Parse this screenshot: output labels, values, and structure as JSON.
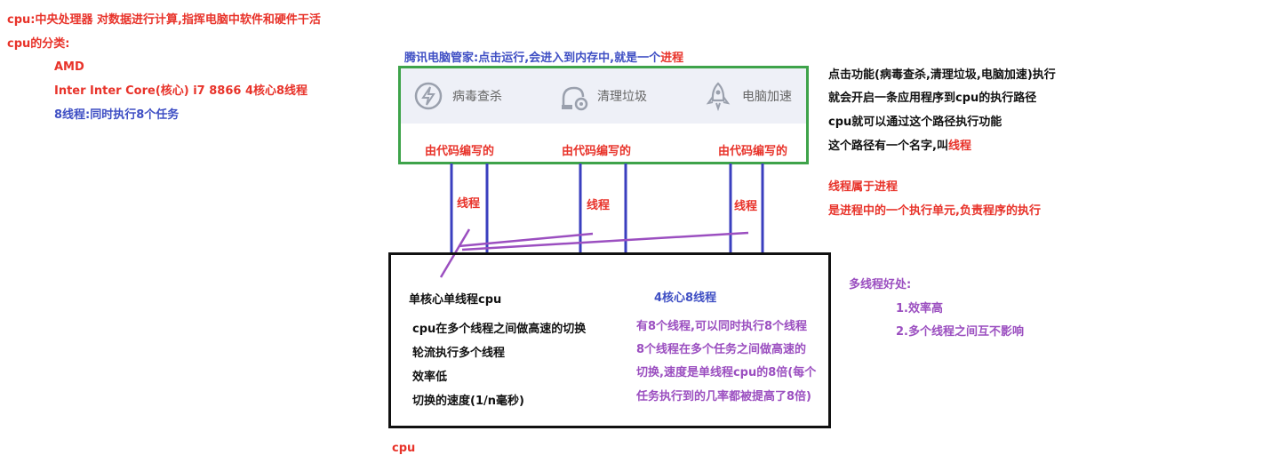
{
  "left_notes": {
    "cpu_def": "cpu:中央处理器 对数据进行计算,指挥电脑中软件和硬件干活",
    "cpu_types": "cpu的分类:",
    "amd": "AMD",
    "intel": "Inter Inter Core(核心) i7 8866 4核心8线程",
    "eight_threads": "8线程:同时执行8个任务"
  },
  "process_title": {
    "prefix": "腾讯电脑管家:点击运行,会进入到内存中,就是一个",
    "highlight": "进程"
  },
  "app": {
    "tools": [
      {
        "label": "病毒查杀",
        "icon": "lightning-shield-icon"
      },
      {
        "label": "清理垃圾",
        "icon": "vacuum-cleaner-icon"
      },
      {
        "label": "电脑加速",
        "icon": "rocket-icon"
      }
    ],
    "code_label": "由代码编写的"
  },
  "thread_label": "线程",
  "right_notes": {
    "line1": "点击功能(病毒查杀,清理垃圾,电脑加速)执行",
    "line2": "就会开启一条应用程序到cpu的执行路径",
    "line3": "cpu就可以通过这个路径执行功能",
    "line4_prefix": "这个路径有一个名字,叫",
    "line4_highlight": "线程",
    "belong1": "线程属于进程",
    "belong2": "是进程中的一个执行单元,负责程序的执行"
  },
  "benefits": {
    "title": "多线程好处:",
    "item1": "1.效率高",
    "item2": "2.多个线程之间互不影响"
  },
  "cpu_box": {
    "single_title": "单核心单线程cpu",
    "single_lines": [
      "cpu在多个线程之间做高速的切换",
      "轮流执行多个线程",
      "效率低",
      "切换的速度(1/n毫秒)"
    ],
    "multi_title": "4核心8线程",
    "multi_lines": [
      "有8个线程,可以同时执行8个线程",
      "8个线程在多个任务之间做高速的",
      "切换,速度是单线程cpu的8倍(每个",
      "任务执行到的几率都被提高了8倍)"
    ]
  },
  "cpu_label": "cpu",
  "colors": {
    "red": "#e8332a",
    "blue": "#3f4fc4",
    "purple": "#9b4fc0",
    "green": "#3ea34a",
    "thread_line": "#3a3fbf"
  }
}
